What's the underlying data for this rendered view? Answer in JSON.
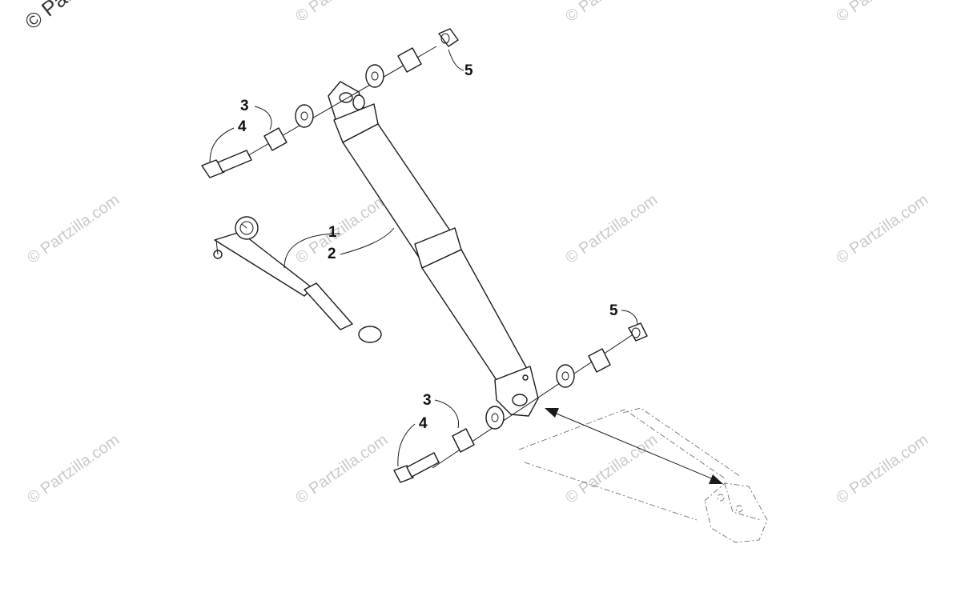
{
  "watermark": {
    "text": "© Partzilla.com",
    "corner_text": "© Partzilla.com"
  },
  "callouts": {
    "c1": "1",
    "c2": "2",
    "c3_upper": "3",
    "c4_upper": "4",
    "c5_upper": "5",
    "c3_lower": "3",
    "c4_lower": "4",
    "c5_lower": "5"
  },
  "colors": {
    "line": "#1a1a1a",
    "watermark": "#c9c9c9",
    "background": "#ffffff"
  }
}
